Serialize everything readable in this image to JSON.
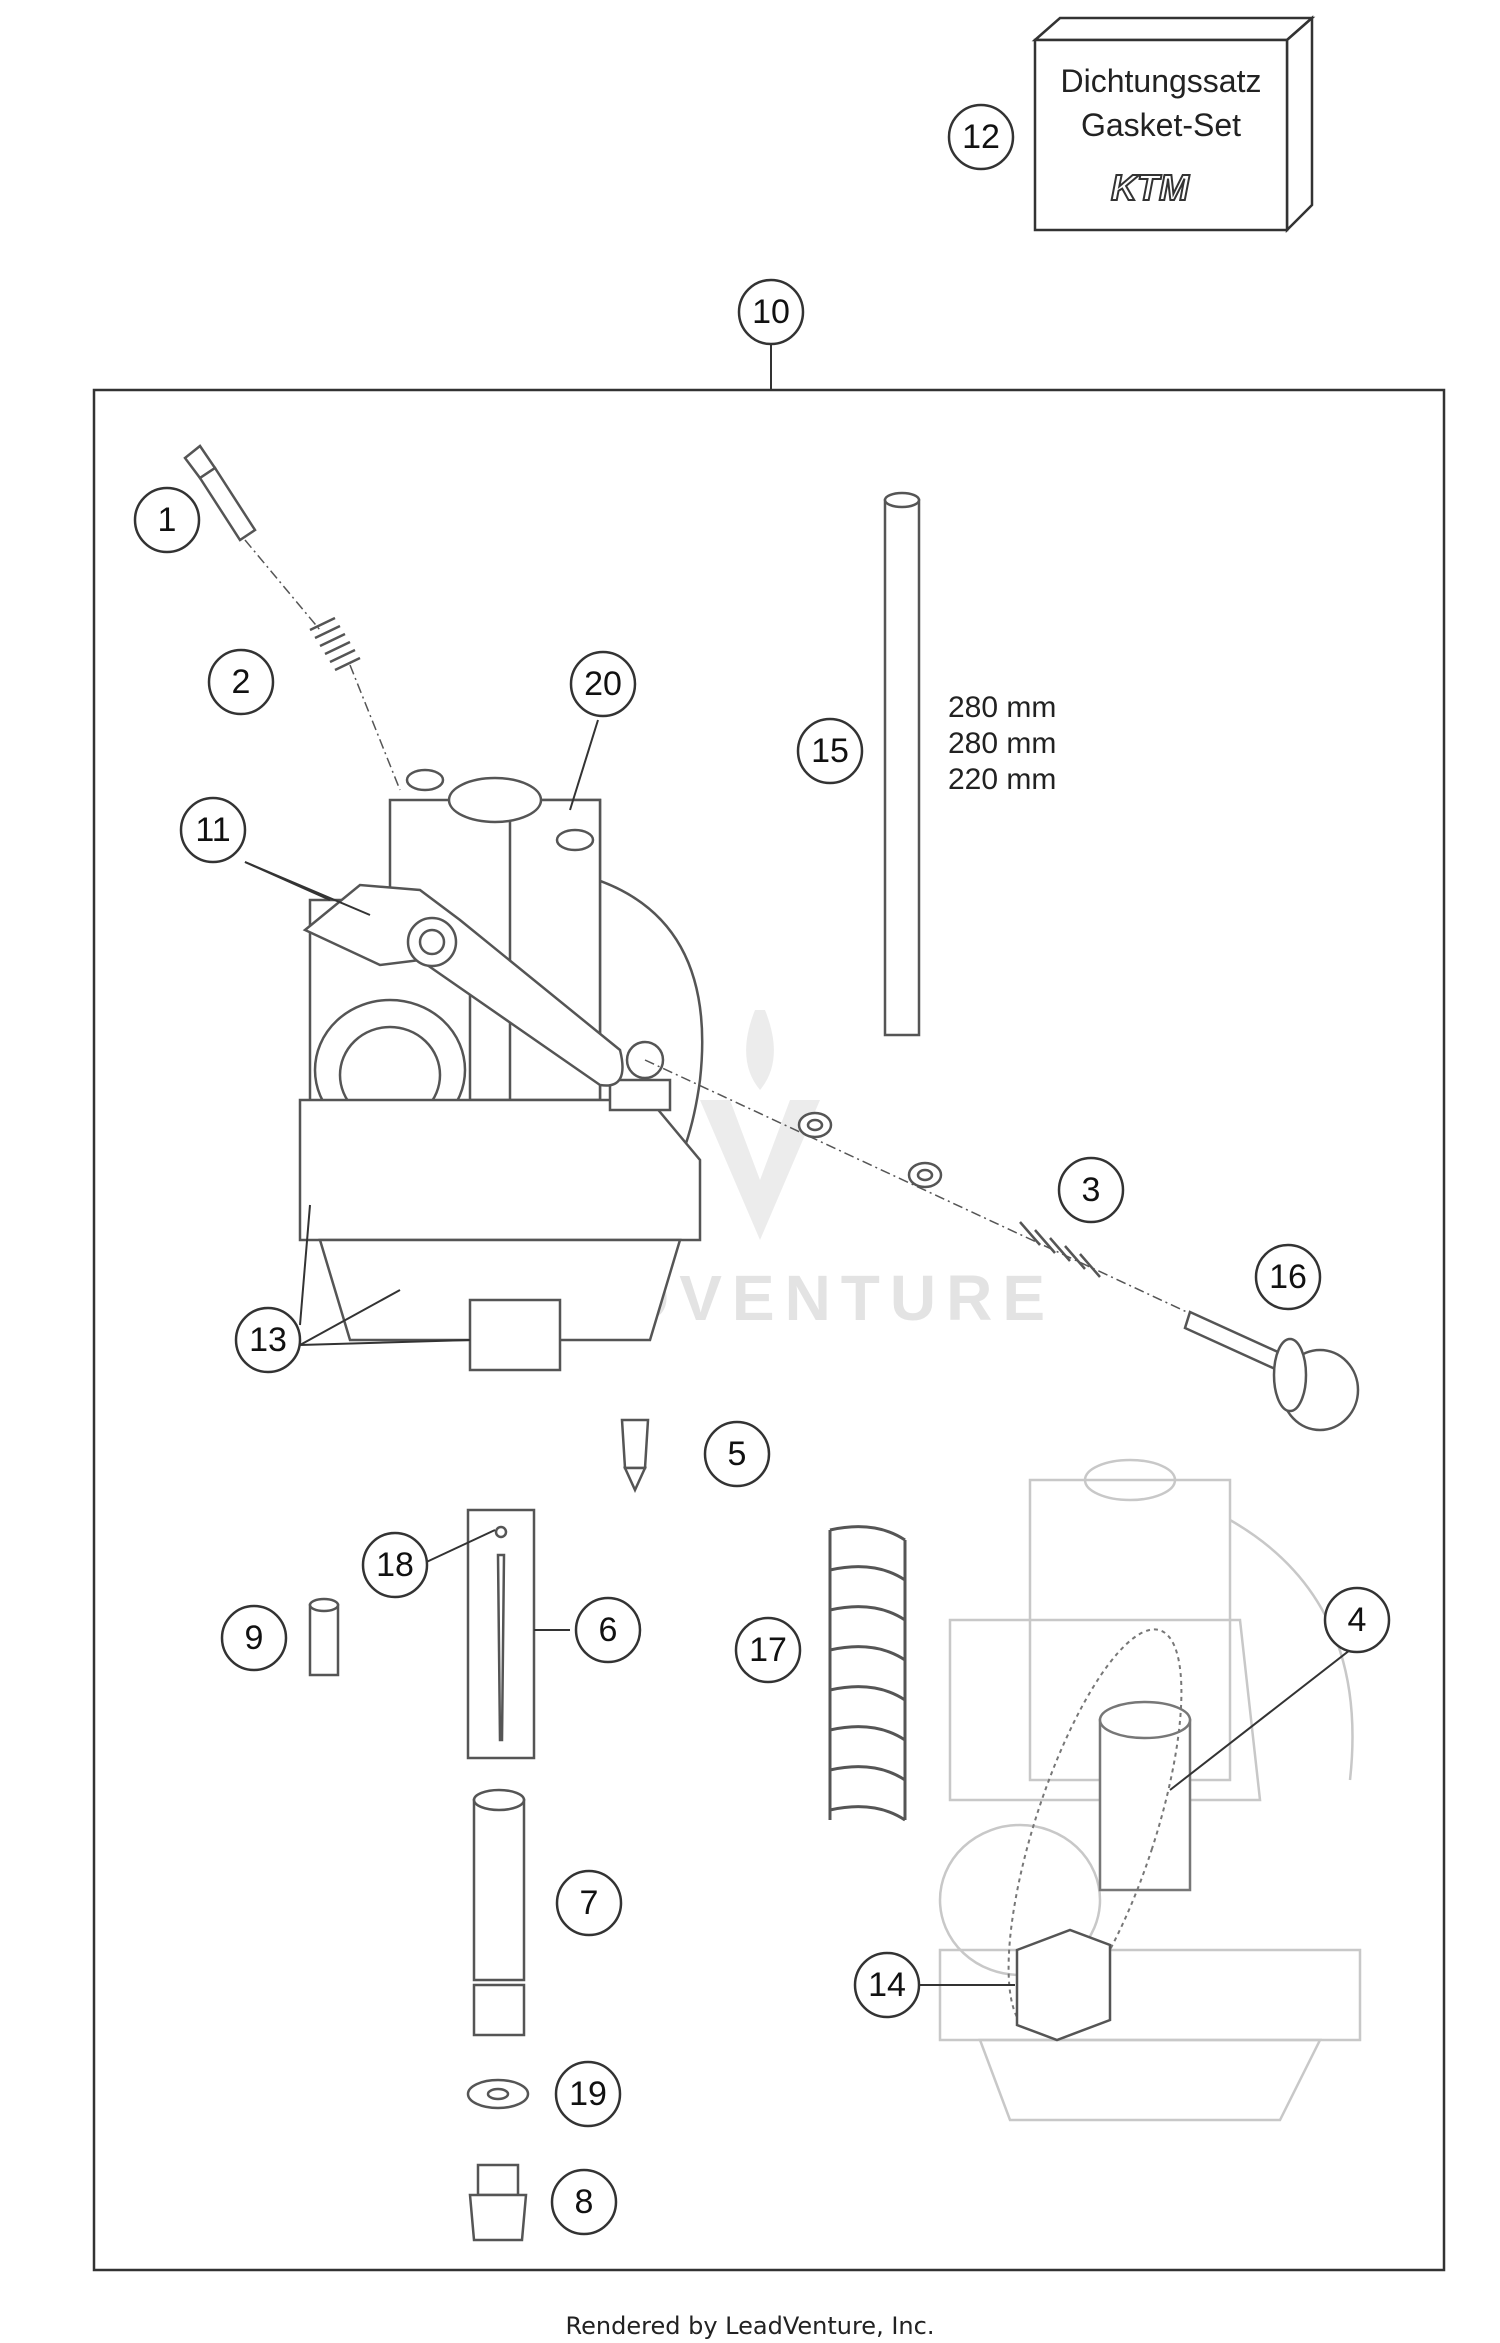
{
  "gasket_kit": {
    "line1": "Dichtungssatz",
    "line2": "Gasket-Set",
    "logo": "KTM"
  },
  "rod_lengths": [
    "280 mm",
    "280 mm",
    "220 mm"
  ],
  "watermark": "LEADVENTURE",
  "callouts": [
    "1",
    "2",
    "3",
    "4",
    "5",
    "6",
    "7",
    "8",
    "9",
    "10",
    "11",
    "12",
    "13",
    "14",
    "15",
    "16",
    "17",
    "18",
    "19",
    "20"
  ],
  "footer": "Rendered by LeadVenture, Inc.",
  "colors": {
    "line": "#333333",
    "part": "#555555",
    "ghost": "#c8c8c8",
    "watermark": "#e3e3e3"
  }
}
